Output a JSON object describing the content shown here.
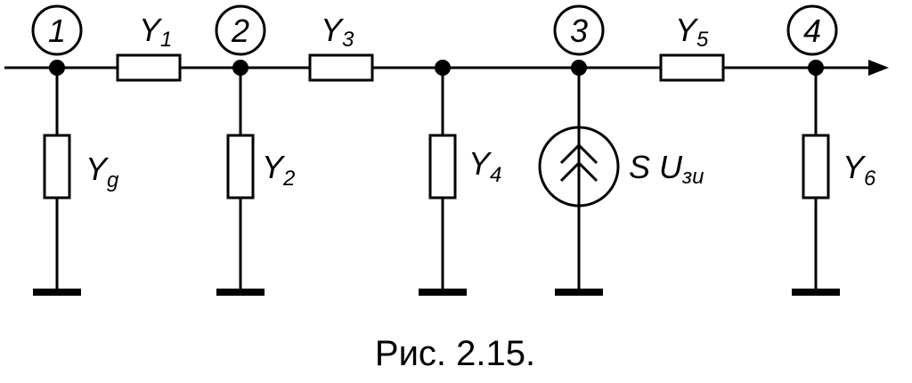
{
  "nodes": [
    {
      "id": "1"
    },
    {
      "id": "2"
    },
    {
      "id": "3"
    },
    {
      "id": "4"
    }
  ],
  "admittances": [
    {
      "name": "Y",
      "sub": "1"
    },
    {
      "name": "Y",
      "sub": "3"
    },
    {
      "name": "Y",
      "sub": "5"
    },
    {
      "name": "Y",
      "sub": "g"
    },
    {
      "name": "Y",
      "sub": "2"
    },
    {
      "name": "Y",
      "sub": "4"
    },
    {
      "name": "Y",
      "sub": "6"
    }
  ],
  "source": {
    "label": "S U",
    "sub": "зи",
    "icon": "current-source-icon"
  },
  "caption": "Рис. 2.15."
}
